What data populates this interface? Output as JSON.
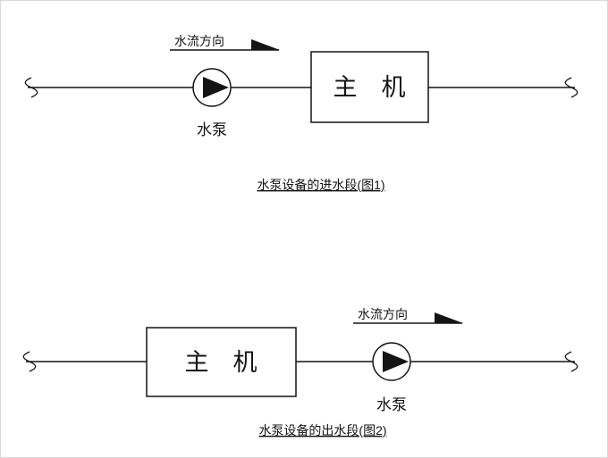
{
  "page": {
    "background": "#ffffff",
    "line_color": "#141414"
  },
  "figure1": {
    "flow_direction_label": "水流方向",
    "pump_label": "水泵",
    "main_unit_label": "主　机",
    "caption": "水泵设备的进水段(图1)"
  },
  "figure2": {
    "flow_direction_label": "水流方向",
    "pump_label": "水泵",
    "main_unit_label": "主　机",
    "caption": "水泵设备的出水段(图2)"
  }
}
